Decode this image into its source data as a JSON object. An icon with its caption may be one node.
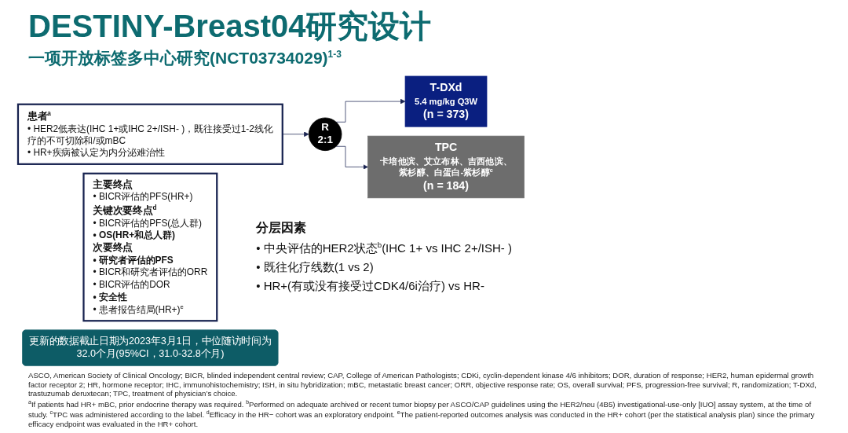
{
  "diagram": {
    "title": "DESTINY-Breast04研究设计",
    "nodes": [
      {
        "text": [
          "患者$^{a}$",
          "• HER2低表达(IHC 1+或IHC 2+/ISH- )，既往接受过1-2线化疗的不可切除和/或mBC",
          "• HR+疾病被认定为内分泌难治性"
        ]
      },
      {
        "text": [
          "R",
          "2:1"
        ]
      },
      {
        "text": [
          "T-DXd",
          "5.4 mg/kg Q3W",
          "(n = 373)"
        ]
      },
      {
        "text": [
          "TPC",
          "卡培他滨、艾立布林、吉西他滨、紫杉醇、白蛋白-紫杉醇$^{c}$",
          "(n = 184)"
        ]
      },
      {
        "text": [
          "主要终点",
          "• BICR评估的PFS(HR+)",
          "关键次要终点$^{d}$",
          "• BICR评估的PFS(总人群)",
          "• OS(HR+和总人群)",
          "次要终点",
          "• 研究者评估的PFS",
          "• BICR和研究者评估的ORR",
          "• BICR评估的DOR",
          "• 安全性",
          "• 患者报告结局(HR+)$^{e}$"
        ]
      },
      {
        "text": [
          "更新的数据截止日期为2023年3月1日，中位随访时间为32.0个月(95%CI，31.0-32.8个月)"
        ]
      }
    ],
    "edges": [
      {
        "from": 0,
        "to": 1,
        "arrow": "to"
      },
      {
        "from": 1,
        "to": 2,
        "arrow": "to"
      },
      {
        "from": 1,
        "to": 3,
        "arrow": "to"
      }
    ],
    "labels": [
      "一项开放标签多中心研究(NCT03734029)$^{1-3}$",
      "分层因素",
      "• 中央评估的HER2状态$^{b}$(IHC 1+ vs IHC 2+/ISH- )",
      "• 既往化疗线数(1 vs 2)",
      "• HR+(有或没有接受过CDK4/6i治疗) vs HR-",
      "ASCO, American Society of Clinical Oncology; BICR, blinded independent central review; CAP, College of American Pathologists; CDKi, cyclin-dependent kinase 4/6 inhibitors; DOR, duration of response; HER2, human epidermal growth factor receptor 2; HR, hormone receptor; IHC, immunohistochemistry; ISH, in situ hybridization; mBC, metastatic breast cancer; ORR, objective response rate; OS, overall survival; PFS, progression-free survival; R, randomization; T-DXd, trastuzumab deruxtecan; TPC, treatment of physician’s choice.",
      "$^{a}$If patients had HR+ mBC, prior endocrine therapy was required. $^{b}$Performed on adequate archived or recent tumor biopsy per ASCO/CAP guidelines using the HER2/neu (4B5) investigational-use-only [IUO] assay system, at the time of study. $^{c}$TPC was administered according to the label. $^{d}$Efficacy in the HR− cohort was an exploratory endpoint. $^{e}$The patient-reported outcomes analysis was conducted in the HR+ cohort (per the statistical analysis plan) since the primary efficacy endpoint was evaluated in the HR+ cohort."
    ]
  }
}
